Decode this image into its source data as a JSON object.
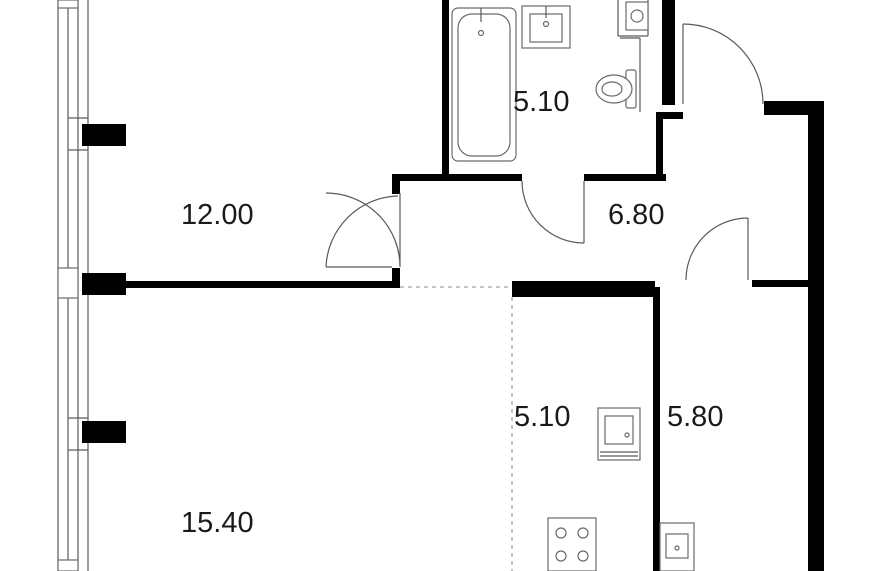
{
  "rooms": [
    {
      "id": "room-bath",
      "area": "5.10"
    },
    {
      "id": "room-bedroom",
      "area": "12.00"
    },
    {
      "id": "room-hall",
      "area": "6.80"
    },
    {
      "id": "room-kitchen",
      "area": "5.10"
    },
    {
      "id": "room-corridor",
      "area": "5.80"
    },
    {
      "id": "room-living",
      "area": "15.40"
    }
  ],
  "colors": {
    "wall": "#000000",
    "line": "#5a5a5a",
    "background": "#ffffff"
  }
}
